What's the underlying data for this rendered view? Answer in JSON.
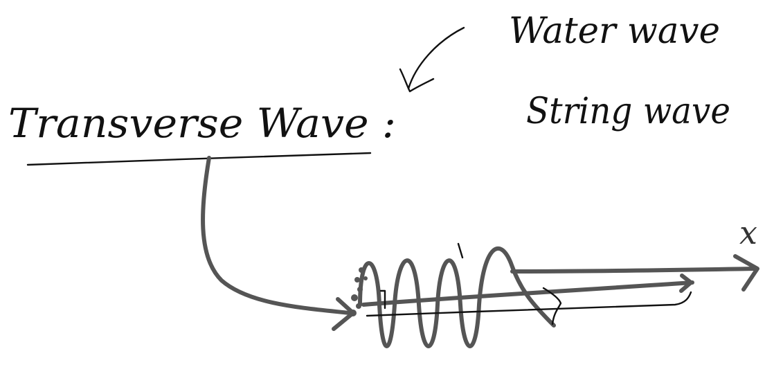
{
  "notes": {
    "heading": "Transverse Wave :",
    "example_1": "Water wave",
    "example_2": "String wave",
    "axis_label": "x"
  },
  "colors": {
    "ink": "#111111",
    "marker": "#555555",
    "background": "#ffffff"
  }
}
